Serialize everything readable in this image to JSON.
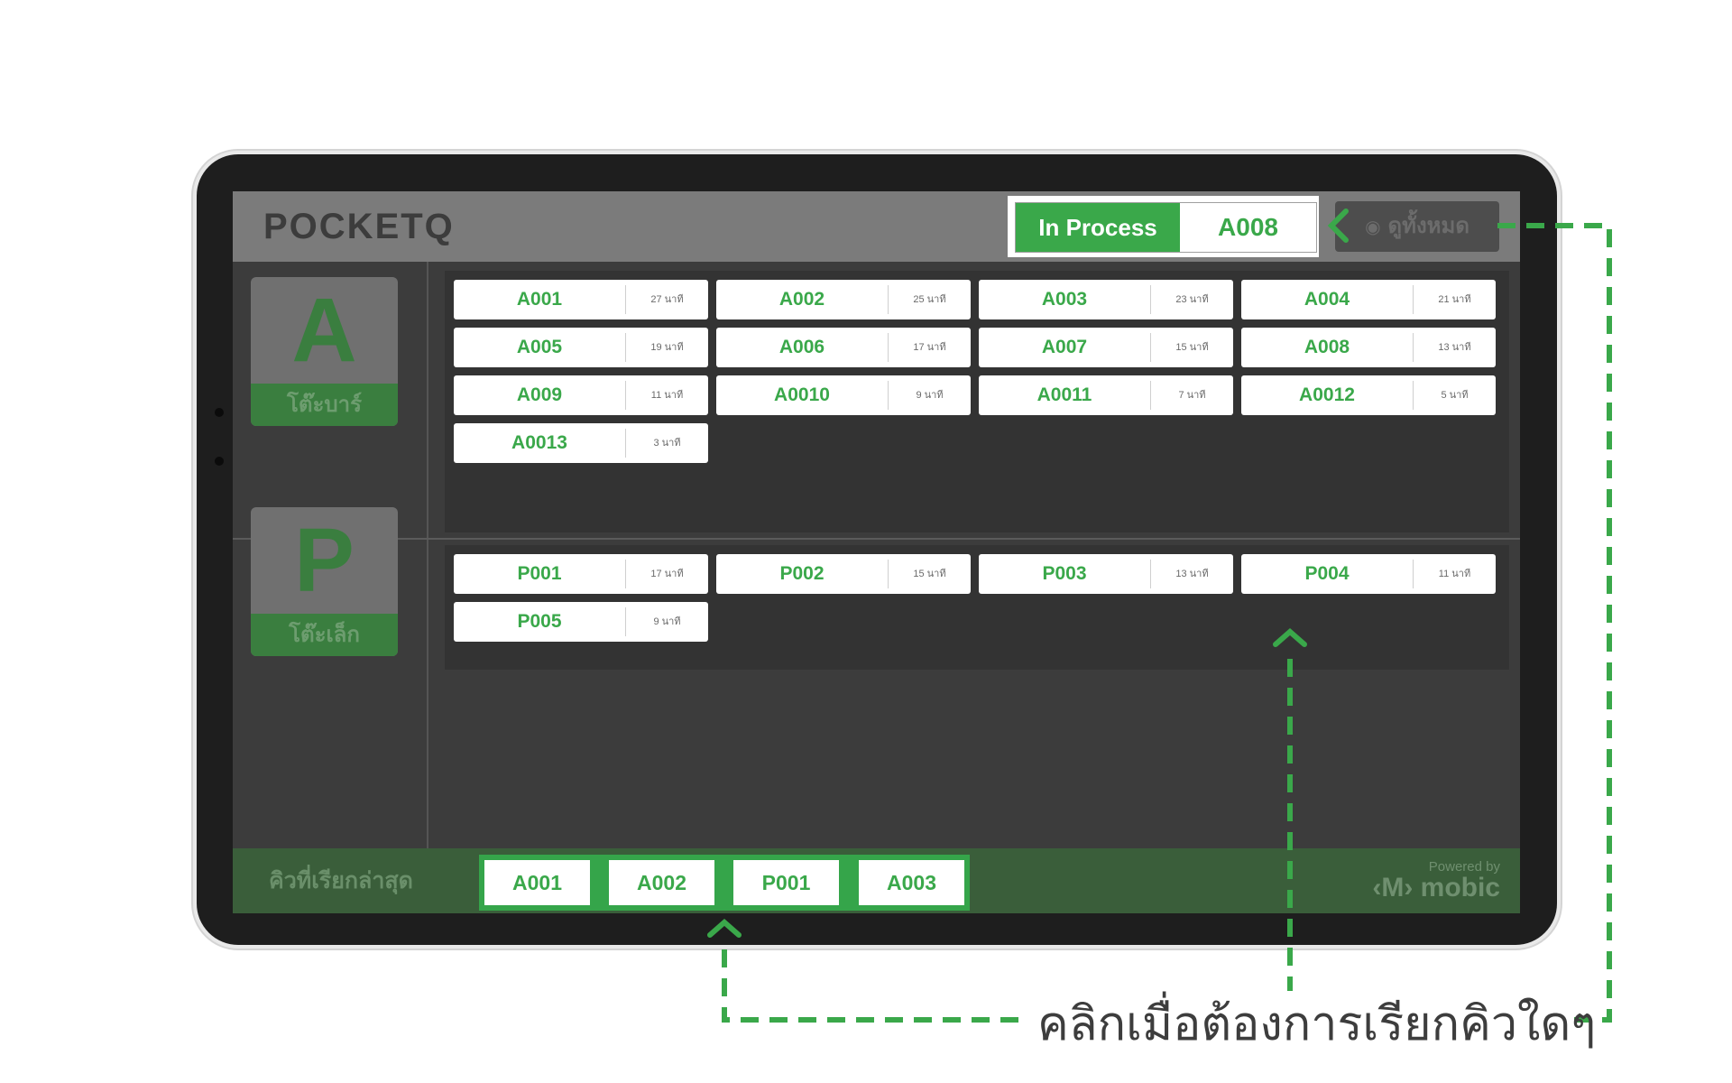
{
  "header": {
    "logo_text": "POCKETQ",
    "status_label": "In Process",
    "current_queue": "A008",
    "view_all_label": "ดูทั้งหมด"
  },
  "categories": [
    {
      "letter": "A",
      "name": "โต๊ะบาร์"
    },
    {
      "letter": "P",
      "name": "โต๊ะเล็ก"
    }
  ],
  "queues_a": [
    {
      "id": "A001",
      "wait": "27 นาที"
    },
    {
      "id": "A002",
      "wait": "25 นาที"
    },
    {
      "id": "A003",
      "wait": "23 นาที"
    },
    {
      "id": "A004",
      "wait": "21 นาที"
    },
    {
      "id": "A005",
      "wait": "19 นาที"
    },
    {
      "id": "A006",
      "wait": "17 นาที"
    },
    {
      "id": "A007",
      "wait": "15 นาที"
    },
    {
      "id": "A008",
      "wait": "13 นาที"
    },
    {
      "id": "A009",
      "wait": "11 นาที"
    },
    {
      "id": "A0010",
      "wait": "9 นาที"
    },
    {
      "id": "A0011",
      "wait": "7 นาที"
    },
    {
      "id": "A0012",
      "wait": "5 นาที"
    },
    {
      "id": "A0013",
      "wait": "3 นาที"
    }
  ],
  "queues_p": [
    {
      "id": "P001",
      "wait": "17 นาที"
    },
    {
      "id": "P002",
      "wait": "15 นาที"
    },
    {
      "id": "P003",
      "wait": "13 นาที"
    },
    {
      "id": "P004",
      "wait": "11 นาที"
    },
    {
      "id": "P005",
      "wait": "9 นาที"
    }
  ],
  "footer": {
    "recent_label": "คิวที่เรียกล่าสุด",
    "recent": [
      "A001",
      "A002",
      "P001",
      "A003"
    ],
    "powered_by": "Powered by",
    "brand": "‹M› mobic"
  },
  "annotation": {
    "text": "คลิกเมื่อต้องการเรียกคิวใดๆ"
  },
  "colors": {
    "accent": "#3aa84a",
    "dark_green": "#3a5e3a",
    "screen_bg": "#3c3c3c"
  }
}
